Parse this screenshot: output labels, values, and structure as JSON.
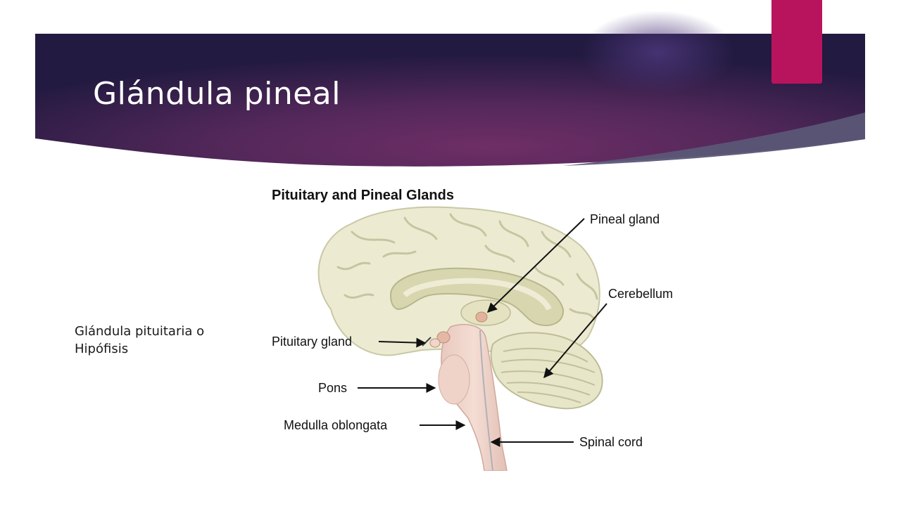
{
  "slide": {
    "title": "Glándula pineal",
    "caption_line1": "Glándula pituitaria o",
    "caption_line2": "Hipófisis"
  },
  "colors": {
    "banner_dark": "#22193f",
    "banner_mid": "#6a2c63",
    "accent": "#b8145e",
    "swoosh": "#5a5573"
  },
  "diagram": {
    "title": "Pituitary and Pineal Glands",
    "labels": {
      "pineal": "Pineal gland",
      "cerebellum": "Cerebellum",
      "pituitary": "Pituitary gland",
      "pons": "Pons",
      "medulla": "Medulla oblongata",
      "spinal": "Spinal cord"
    }
  }
}
